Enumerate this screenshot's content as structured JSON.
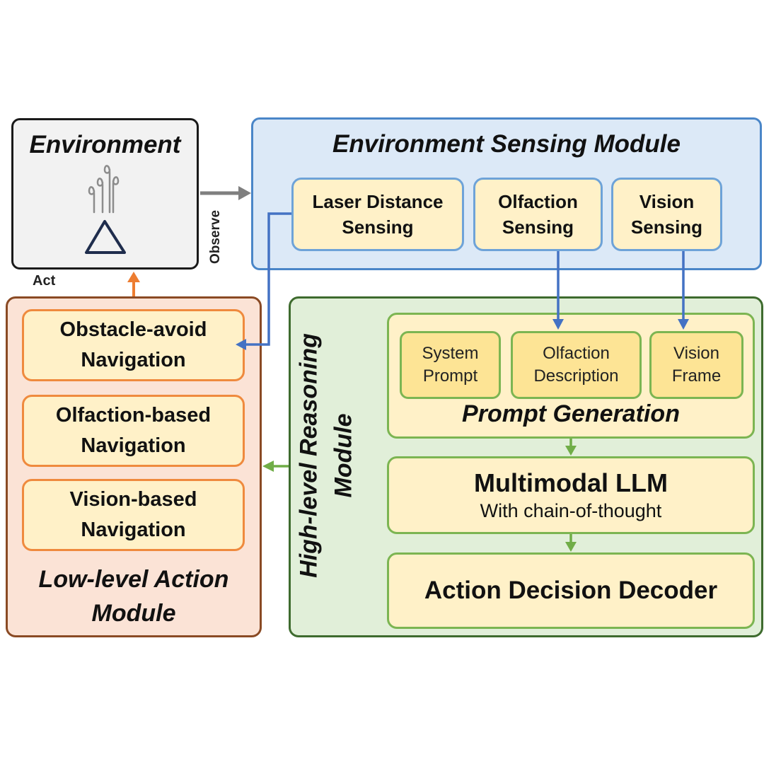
{
  "environment": {
    "title": "Environment",
    "icon": "odor-source-icon"
  },
  "labels": {
    "observe": "Observe",
    "act": "Act"
  },
  "sensing_module": {
    "title": "Environment Sensing Module",
    "sensors": [
      {
        "line1": "Laser Distance",
        "line2": "Sensing"
      },
      {
        "line1": "Olfaction",
        "line2": "Sensing"
      },
      {
        "line1": "Vision",
        "line2": "Sensing"
      }
    ]
  },
  "action_module": {
    "title_line1": "Low-level Action",
    "title_line2": "Module",
    "navs": [
      {
        "line1": "Obstacle-avoid",
        "line2": "Navigation"
      },
      {
        "line1": "Olfaction-based",
        "line2": "Navigation"
      },
      {
        "line1": "Vision-based",
        "line2": "Navigation"
      }
    ]
  },
  "reasoning_module": {
    "title_line1": "High-level Reasoning",
    "title_line2": "Module",
    "prompt_generation": {
      "title": "Prompt Generation",
      "items": [
        {
          "line1": "System",
          "line2": "Prompt"
        },
        {
          "line1": "Olfaction",
          "line2": "Description"
        },
        {
          "line1": "Vision",
          "line2": "Frame"
        }
      ]
    },
    "llm": {
      "title": "Multimodal LLM",
      "subtitle": "With chain-of-thought"
    },
    "decoder": {
      "title": "Action Decision Decoder"
    }
  },
  "colors": {
    "sensing_border": "#4a86c8",
    "action_border": "#8a4a24",
    "reasoning_border": "#3e6b2e",
    "blue_arrow": "#4472c4",
    "orange_arrow": "#ed7d31",
    "green_arrow": "#70ad47",
    "gray_arrow": "#7f7f7f"
  }
}
